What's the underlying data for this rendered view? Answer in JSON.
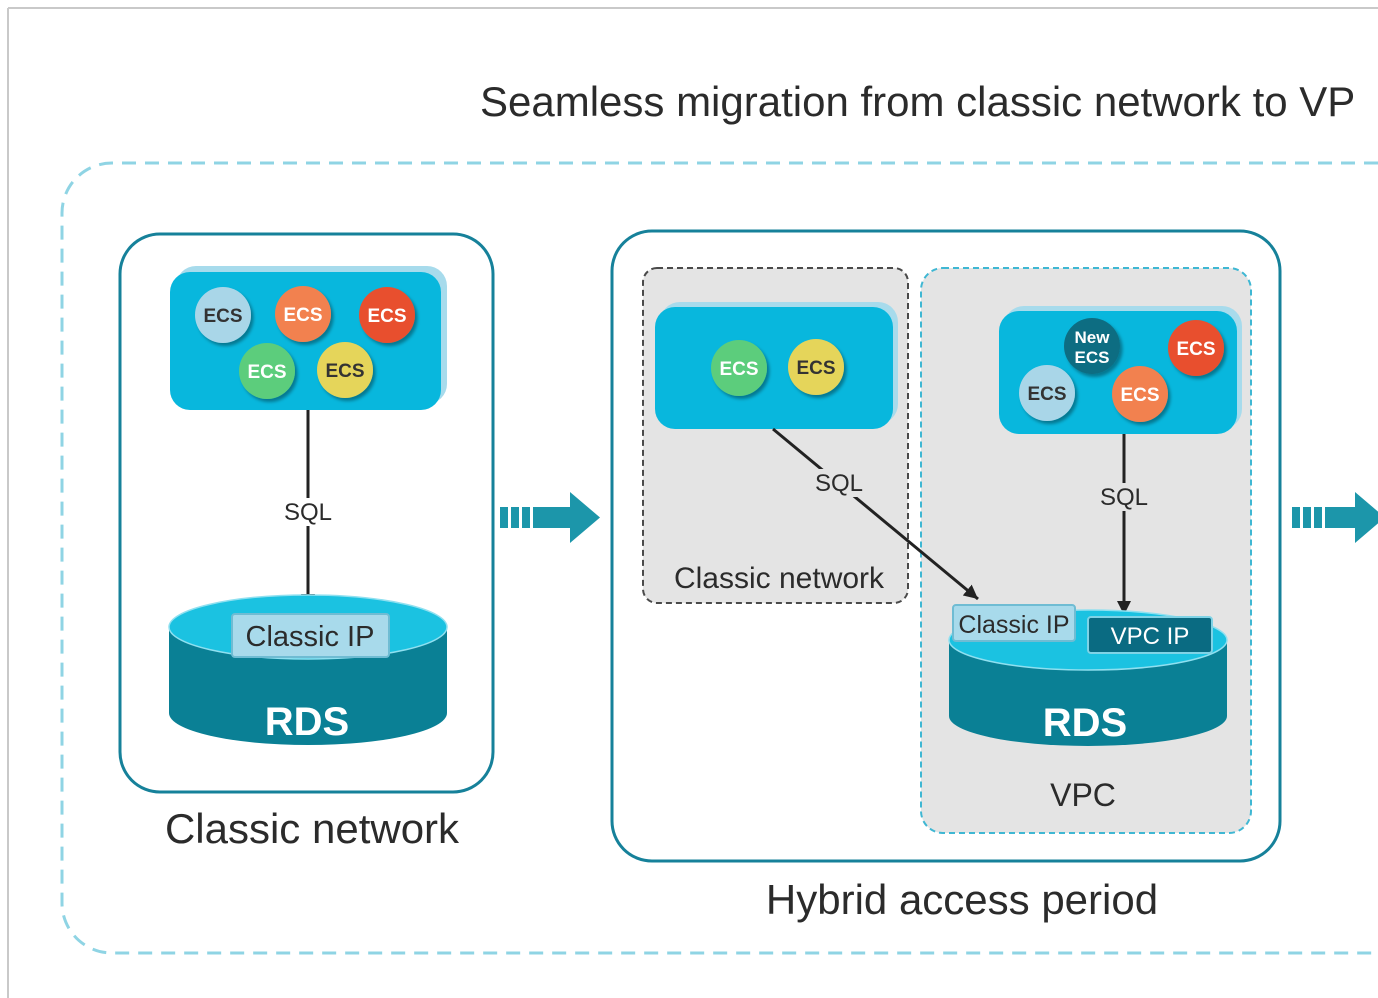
{
  "title": "Seamless migration from classic network to VP",
  "colors": {
    "page_background": "#ffffff",
    "text": "#2b2b2b",
    "frame_line": "#c9c9c9",
    "outer_dash": "#8fd4e4",
    "panel_border": "#16819a",
    "ecs_group": "#08b7dd",
    "ecs_group_shadow": "#a7dbec",
    "rds_top": "#1bc2e1",
    "rds_body": "#0a8095",
    "classic_ip_box": "#a8daeb",
    "vpc_ip_box": "#0a6b82",
    "subpanel_fill": "#e4e4e4",
    "classic_zone_border": "#4a4a4a",
    "vpc_zone_border": "#3fb7d3",
    "migration_arrow": "#1c96aa",
    "sql_line": "#222222"
  },
  "classic_stage": {
    "label": "Classic network",
    "ecs_nodes": [
      {
        "label": "ECS",
        "fill": "#a9d6e8",
        "text_color": "#333333"
      },
      {
        "label": "ECS",
        "fill": "#f2814f",
        "text_color": "#ffffff"
      },
      {
        "label": "ECS",
        "fill": "#e8502e",
        "text_color": "#ffffff"
      },
      {
        "label": "ECS",
        "fill": "#5ccd7b",
        "text_color": "#ffffff"
      },
      {
        "label": "ECS",
        "fill": "#e5d55a",
        "text_color": "#333333"
      }
    ],
    "sql_label": "SQL",
    "rds": {
      "label": "RDS",
      "classic_ip_label": "Classic IP"
    }
  },
  "hybrid_stage": {
    "label": "Hybrid access period",
    "classic_zone": {
      "label": "Classic network",
      "ecs_nodes": [
        {
          "label": "ECS",
          "fill": "#5ccd7b",
          "text_color": "#ffffff"
        },
        {
          "label": "ECS",
          "fill": "#e5d55a",
          "text_color": "#333333"
        }
      ],
      "sql_label": "SQL"
    },
    "vpc_zone": {
      "label": "VPC",
      "ecs_nodes": [
        {
          "label_lines": [
            "New",
            "ECS"
          ],
          "fill": "#0d6d82",
          "text_color": "#ffffff"
        },
        {
          "label": "ECS",
          "fill": "#e8502e",
          "text_color": "#ffffff"
        },
        {
          "label": "ECS",
          "fill": "#a9d6e8",
          "text_color": "#333333"
        },
        {
          "label": "ECS",
          "fill": "#f2814f",
          "text_color": "#ffffff"
        }
      ],
      "sql_label": "SQL",
      "rds": {
        "label": "RDS",
        "classic_ip_label": "Classic IP",
        "vpc_ip_label": "VPC IP"
      }
    }
  }
}
